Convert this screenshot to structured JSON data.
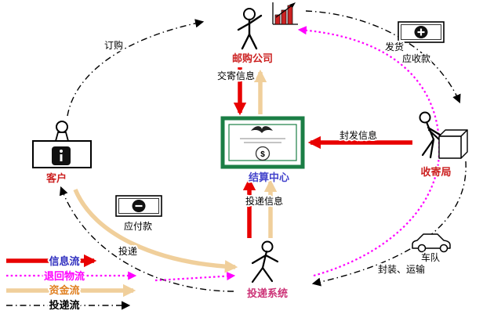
{
  "nodes": {
    "mail_order_company": {
      "label": "邮购公司",
      "color": "#cc2222"
    },
    "settlement_center": {
      "label": "结算中心",
      "color": "#4444cc"
    },
    "customer": {
      "label": "客户",
      "color": "#cc2222"
    },
    "collection_bureau": {
      "label": "收寄局",
      "color": "#cc2222"
    },
    "delivery_system": {
      "label": "投递系统",
      "color": "#cc3377"
    }
  },
  "labels": {
    "order": "订购",
    "posting_info": "交寄信息",
    "ship_goods": "发货",
    "accounts_receivable": "应收款",
    "dispatch_info": "封发信息",
    "accounts_payable": "应付款",
    "delivery": "投递",
    "delivery_info": "投递信息",
    "fleet": "车队",
    "packing_transport": "封装、运输",
    "dollar": "$"
  },
  "legend": [
    {
      "id": "information-flow",
      "label": "信息流",
      "label_color": "#2f2fbf",
      "line_color": "#e80000",
      "style": "solid-thick"
    },
    {
      "id": "return-flow",
      "label": "退回物流",
      "label_color": "#ff00ff",
      "line_color": "#ff00ff",
      "style": "dotted"
    },
    {
      "id": "capital-flow",
      "label": "资金流",
      "label_color": "#e07f1f",
      "line_color": "#f0cf9b",
      "style": "solid-thick"
    },
    {
      "id": "delivery-flow",
      "label": "投递流",
      "label_color": "#000000",
      "line_color": "#000000",
      "style": "dash-dot"
    }
  ],
  "certificate": {
    "border_color": "#1b7e45"
  }
}
